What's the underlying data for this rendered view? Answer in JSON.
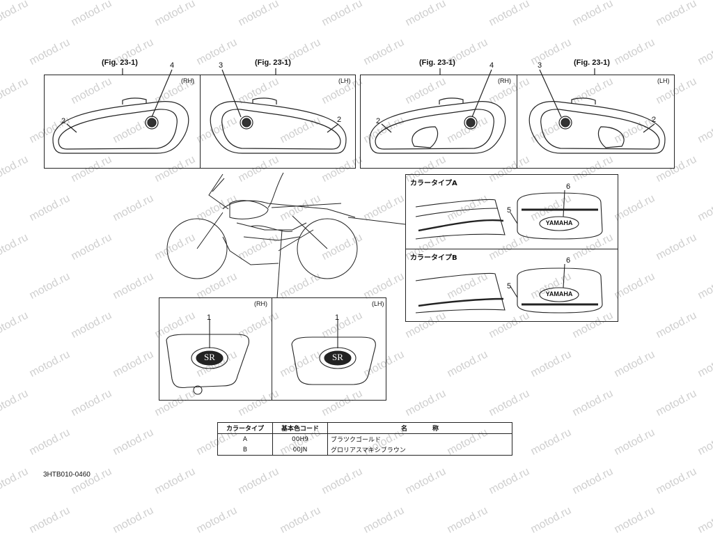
{
  "figure_labels": [
    "(Fig. 23-1)",
    "(Fig. 23-1)",
    "(Fig. 23-1)",
    "(Fig. 23-1)"
  ],
  "side_labels": {
    "rh": "(RH)",
    "lh": "(LH)"
  },
  "callouts": {
    "c1": "1",
    "c2": "2",
    "c3": "3",
    "c4": "4",
    "c5": "5",
    "c6": "6"
  },
  "color_type_a": "カラータイプA",
  "color_type_b": "カラータイプB",
  "tank_emblem_text": "YAMAHA",
  "cover_emblem_text": "SR",
  "table": {
    "headers": [
      "カラータイプ",
      "基本色コード",
      "名　　　　称"
    ],
    "rows": [
      {
        "type": "A",
        "code": "00H9",
        "name": "ブラツクゴールド"
      },
      {
        "type": "B",
        "code": "00JN",
        "name": "グロリアスマキシブラウン"
      }
    ]
  },
  "diagram_code": "3HTB010-0460",
  "watermark": "motod.ru"
}
